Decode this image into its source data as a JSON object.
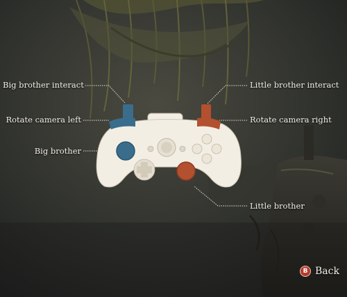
{
  "controls": {
    "big_brother_interact": "Big brother interact",
    "rotate_camera_left": "Rotate camera left",
    "big_brother": "Big brother",
    "little_brother_interact": "Little brother interact",
    "rotate_camera_right": "Rotate camera right",
    "little_brother": "Little brother"
  },
  "back": {
    "icon_letter": "B",
    "label": "Back"
  },
  "colors": {
    "big_brother": "#3a6d8c",
    "little_brother": "#b3502f",
    "controller": "#f3eee4"
  }
}
